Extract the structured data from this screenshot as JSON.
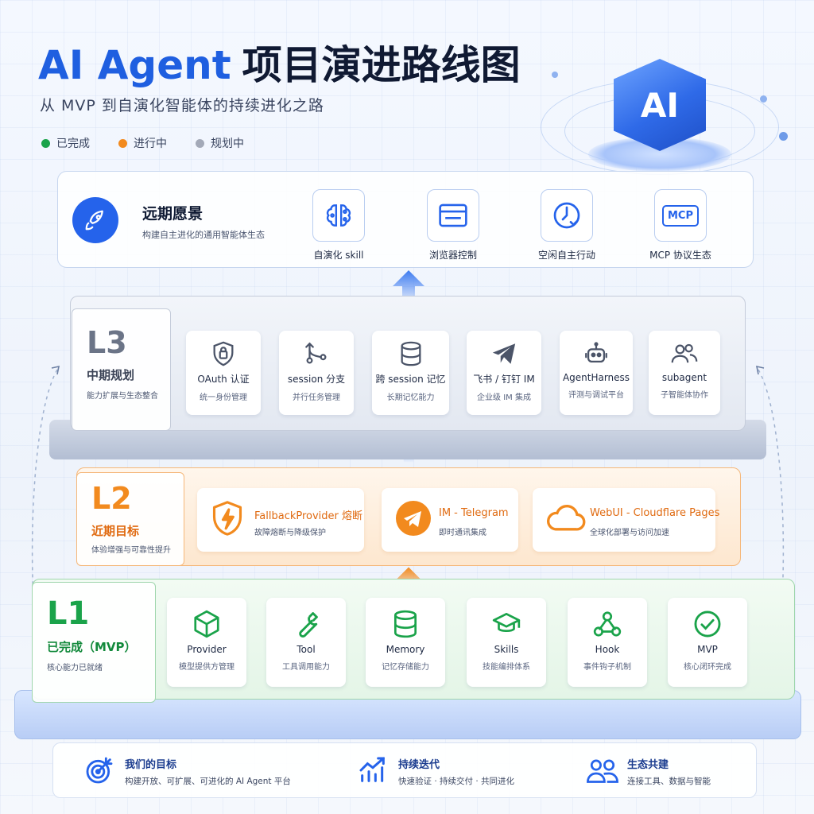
{
  "header": {
    "title_en": "AI Agent",
    "title_zh": "项目演进路线图",
    "subtitle": "从 MVP 到自演化智能体的持续进化之路",
    "badge_text": "AI"
  },
  "legend": [
    {
      "label": "已完成",
      "color": "#1aa34a"
    },
    {
      "label": "进行中",
      "color": "#f28a1e"
    },
    {
      "label": "规划中",
      "color": "#a3a9b8"
    }
  ],
  "vision": {
    "title": "远期愿景",
    "desc": "构建自主进化的通用智能体生态",
    "icon": "rocket-icon",
    "items": [
      {
        "label": "自演化 skill",
        "icon": "brain-circuit-icon"
      },
      {
        "label": "浏览器控制",
        "icon": "browser-window-icon"
      },
      {
        "label": "空闲自主行动",
        "icon": "clock-icon"
      },
      {
        "label": "MCP 协议生态",
        "icon": "mcp-icon",
        "icon_text": "MCP"
      }
    ]
  },
  "l3": {
    "level": "L3",
    "name": "中期规划",
    "desc": "能力扩展与生态整合",
    "color": "#8d96ab",
    "cards": [
      {
        "title": "OAuth 认证",
        "sub": "统一身份管理",
        "icon": "lock-icon"
      },
      {
        "title": "session 分支",
        "sub": "并行任务管理",
        "icon": "branch-icon"
      },
      {
        "title": "跨 session 记忆",
        "sub": "长期记忆能力",
        "icon": "database-icon"
      },
      {
        "title": "飞书 / 钉钉 IM",
        "sub": "企业级 IM 集成",
        "icon": "paper-plane-icon"
      },
      {
        "title": "AgentHarness",
        "sub": "评测与调试平台",
        "icon": "robot-icon"
      },
      {
        "title": "subagent",
        "sub": "子智能体协作",
        "icon": "users-icon"
      }
    ]
  },
  "l2": {
    "level": "L2",
    "name": "近期目标",
    "desc": "体验增强与可靠性提升",
    "color": "#f28a1e",
    "cards": [
      {
        "title": "FallbackProvider 熔断",
        "sub": "故障熔断与降级保护",
        "icon": "shield-bolt-icon"
      },
      {
        "title": "IM - Telegram",
        "sub": "即时通讯集成",
        "icon": "telegram-icon"
      },
      {
        "title": "WebUI - Cloudflare Pages",
        "sub": "全球化部署与访问加速",
        "icon": "cloud-icon"
      }
    ]
  },
  "l1": {
    "level": "L1",
    "name": "已完成（MVP）",
    "desc": "核心能力已就绪",
    "color": "#1aa34a",
    "cards": [
      {
        "title": "Provider",
        "sub": "模型提供方管理",
        "icon": "cube-icon"
      },
      {
        "title": "Tool",
        "sub": "工具调用能力",
        "icon": "wrench-icon"
      },
      {
        "title": "Memory",
        "sub": "记忆存储能力",
        "icon": "database-icon"
      },
      {
        "title": "Skills",
        "sub": "技能编排体系",
        "icon": "graduation-cap-icon"
      },
      {
        "title": "Hook",
        "sub": "事件钩子机制",
        "icon": "webhook-icon"
      },
      {
        "title": "MVP",
        "sub": "核心闭环完成",
        "icon": "check-circle-icon"
      }
    ]
  },
  "footer": [
    {
      "title": "我们的目标",
      "desc": "构建开放、可扩展、可进化的 AI Agent 平台",
      "icon": "target-icon"
    },
    {
      "title": "持续迭代",
      "desc": "快速验证 · 持续交付 · 共同进化",
      "icon": "growth-chart-icon"
    },
    {
      "title": "生态共建",
      "desc": "连接工具、数据与智能",
      "icon": "people-icon"
    }
  ]
}
